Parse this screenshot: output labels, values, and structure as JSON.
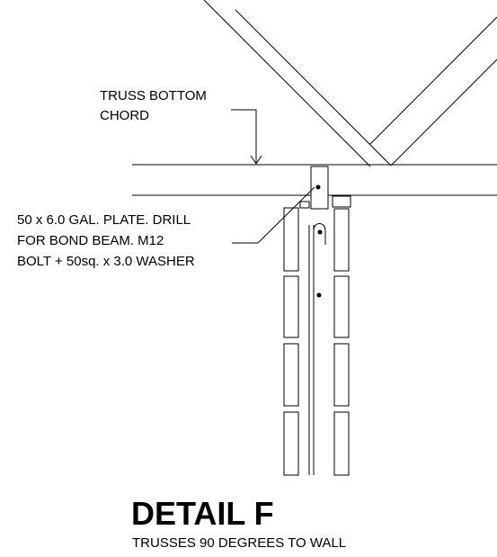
{
  "callouts": {
    "truss_label": [
      "TRUSS BOTTOM",
      "CHORD"
    ],
    "plate_label": [
      "50 x 6.0 GAL. PLATE. DRILL",
      "FOR BOND BEAM. M12",
      "BOLT + 50sq. x 3.0 WASHER"
    ]
  },
  "detail": {
    "title": "DETAIL F",
    "subtitle": "TRUSSES 90 DEGREES TO WALL"
  },
  "colors": {
    "ink": "#000000",
    "paper": "#ffffff"
  }
}
